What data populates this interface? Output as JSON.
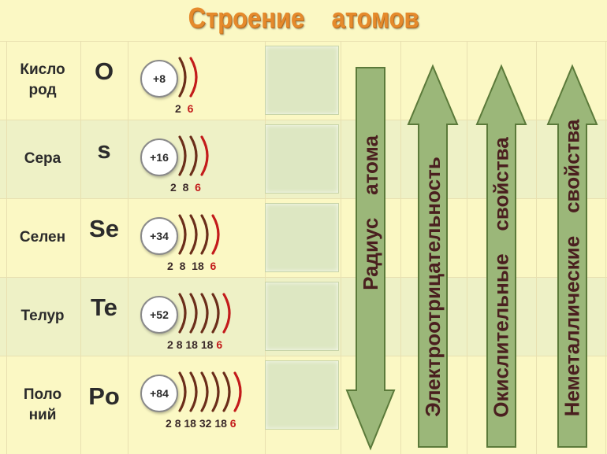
{
  "title": "Строение    атомов",
  "colors": {
    "background": "#fbf8c4",
    "band": "#eef1c6",
    "title": "#e58a2c",
    "arrow_fill": "#9bb779",
    "arrow_stroke": "#5b7a3a",
    "shell_dark": "#6b2e1a",
    "shell_last": "#c31b1b"
  },
  "elements": [
    {
      "name_lines": [
        "Кисло",
        "род"
      ],
      "symbol": "O",
      "charge": "+8",
      "shells": 2,
      "electrons": [
        "2",
        "6"
      ]
    },
    {
      "name_lines": [
        "Сера"
      ],
      "symbol": "s",
      "charge": "+16",
      "shells": 3,
      "electrons": [
        "2",
        "8",
        "6"
      ]
    },
    {
      "name_lines": [
        "Селен"
      ],
      "symbol": "Se",
      "charge": "+34",
      "shells": 4,
      "electrons": [
        "2",
        "8",
        "18",
        "6"
      ]
    },
    {
      "name_lines": [
        "Телур"
      ],
      "symbol": "Te",
      "charge": "+52",
      "shells": 5,
      "electrons": [
        "2",
        "8",
        "18",
        "18",
        "6"
      ]
    },
    {
      "name_lines": [
        "Поло",
        "ний"
      ],
      "symbol": "Po",
      "charge": "+84",
      "shells": 6,
      "electrons": [
        "2",
        "8",
        "18",
        "32",
        "18",
        "6"
      ]
    }
  ],
  "arrows": [
    {
      "label": "Радиус    атома",
      "direction": "down"
    },
    {
      "label": "Электроотрицательность",
      "direction": "up"
    },
    {
      "label": "Окислительные    свойства",
      "direction": "up"
    },
    {
      "label": "Неметаллические    свойства",
      "direction": "up"
    }
  ]
}
